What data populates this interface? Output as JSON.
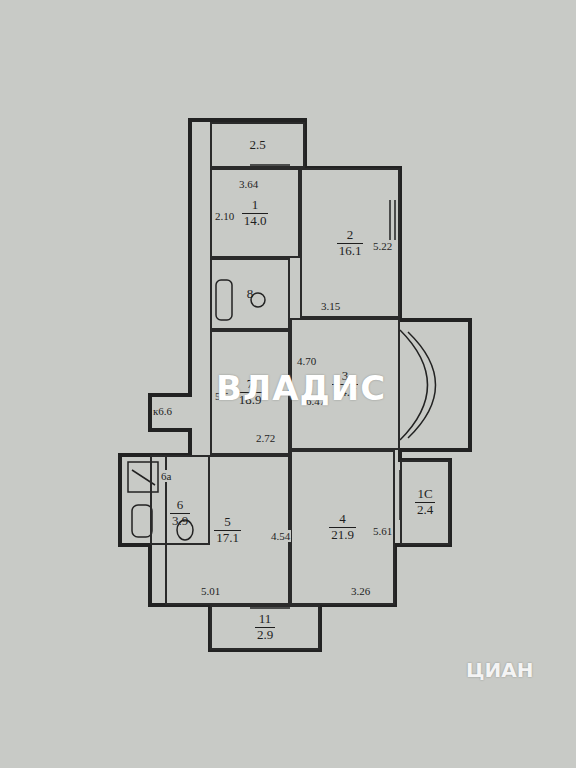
{
  "diagram": {
    "nodes": [
      {
        "text": [
          "2.5"
        ]
      },
      {
        "text": [
          "1",
          "14.0"
        ]
      },
      {
        "text": [
          "2",
          "16.1"
        ]
      },
      {
        "text": [
          "8"
        ]
      },
      {
        "text": [
          "3",
          "24.7"
        ]
      },
      {
        "text": [
          "7",
          "18.9"
        ]
      },
      {
        "text": [
          "6",
          "3.9"
        ]
      },
      {
        "text": [
          "5",
          "17.1"
        ]
      },
      {
        "text": [
          "4",
          "21.9"
        ]
      },
      {
        "text": [
          "1С",
          "2.4"
        ]
      },
      {
        "text": [
          "11",
          "2.9"
        ]
      }
    ],
    "labels": [
      "3.64",
      "2.10",
      "5.22",
      "3.15",
      "4.70",
      "6.47",
      "5.5",
      "2.72",
      "к6.6",
      "6а",
      "5.01",
      "4.54",
      "5.61",
      "3.26",
      "ВЛАДИС",
      "ЦИАН"
    ]
  }
}
